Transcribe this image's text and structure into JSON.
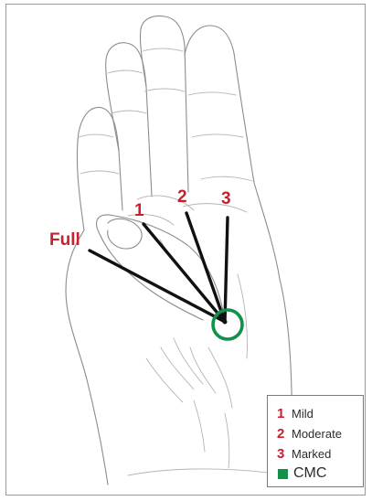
{
  "labels": {
    "full": "Full",
    "one": "1",
    "two": "2",
    "three": "3"
  },
  "legend": {
    "items": [
      {
        "num": "1",
        "text": "Mild"
      },
      {
        "num": "2",
        "text": "Moderate"
      },
      {
        "num": "3",
        "text": "Marked"
      }
    ],
    "cmc": {
      "text": "CMC",
      "color": "#12914a"
    }
  },
  "colors": {
    "label_red": "#c8202e",
    "ray": "#111111",
    "cmc_circle": "#12914a",
    "outline": "#8c8c8c"
  }
}
